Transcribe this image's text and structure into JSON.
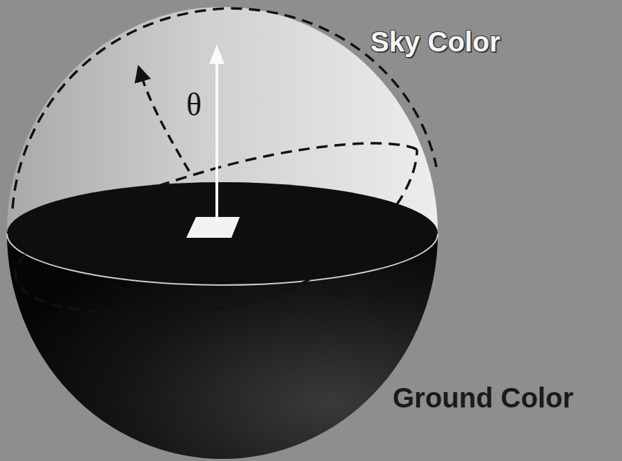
{
  "diagram": {
    "labels": [
      "Sky Color",
      "θ",
      "Ground Color"
    ]
  }
}
